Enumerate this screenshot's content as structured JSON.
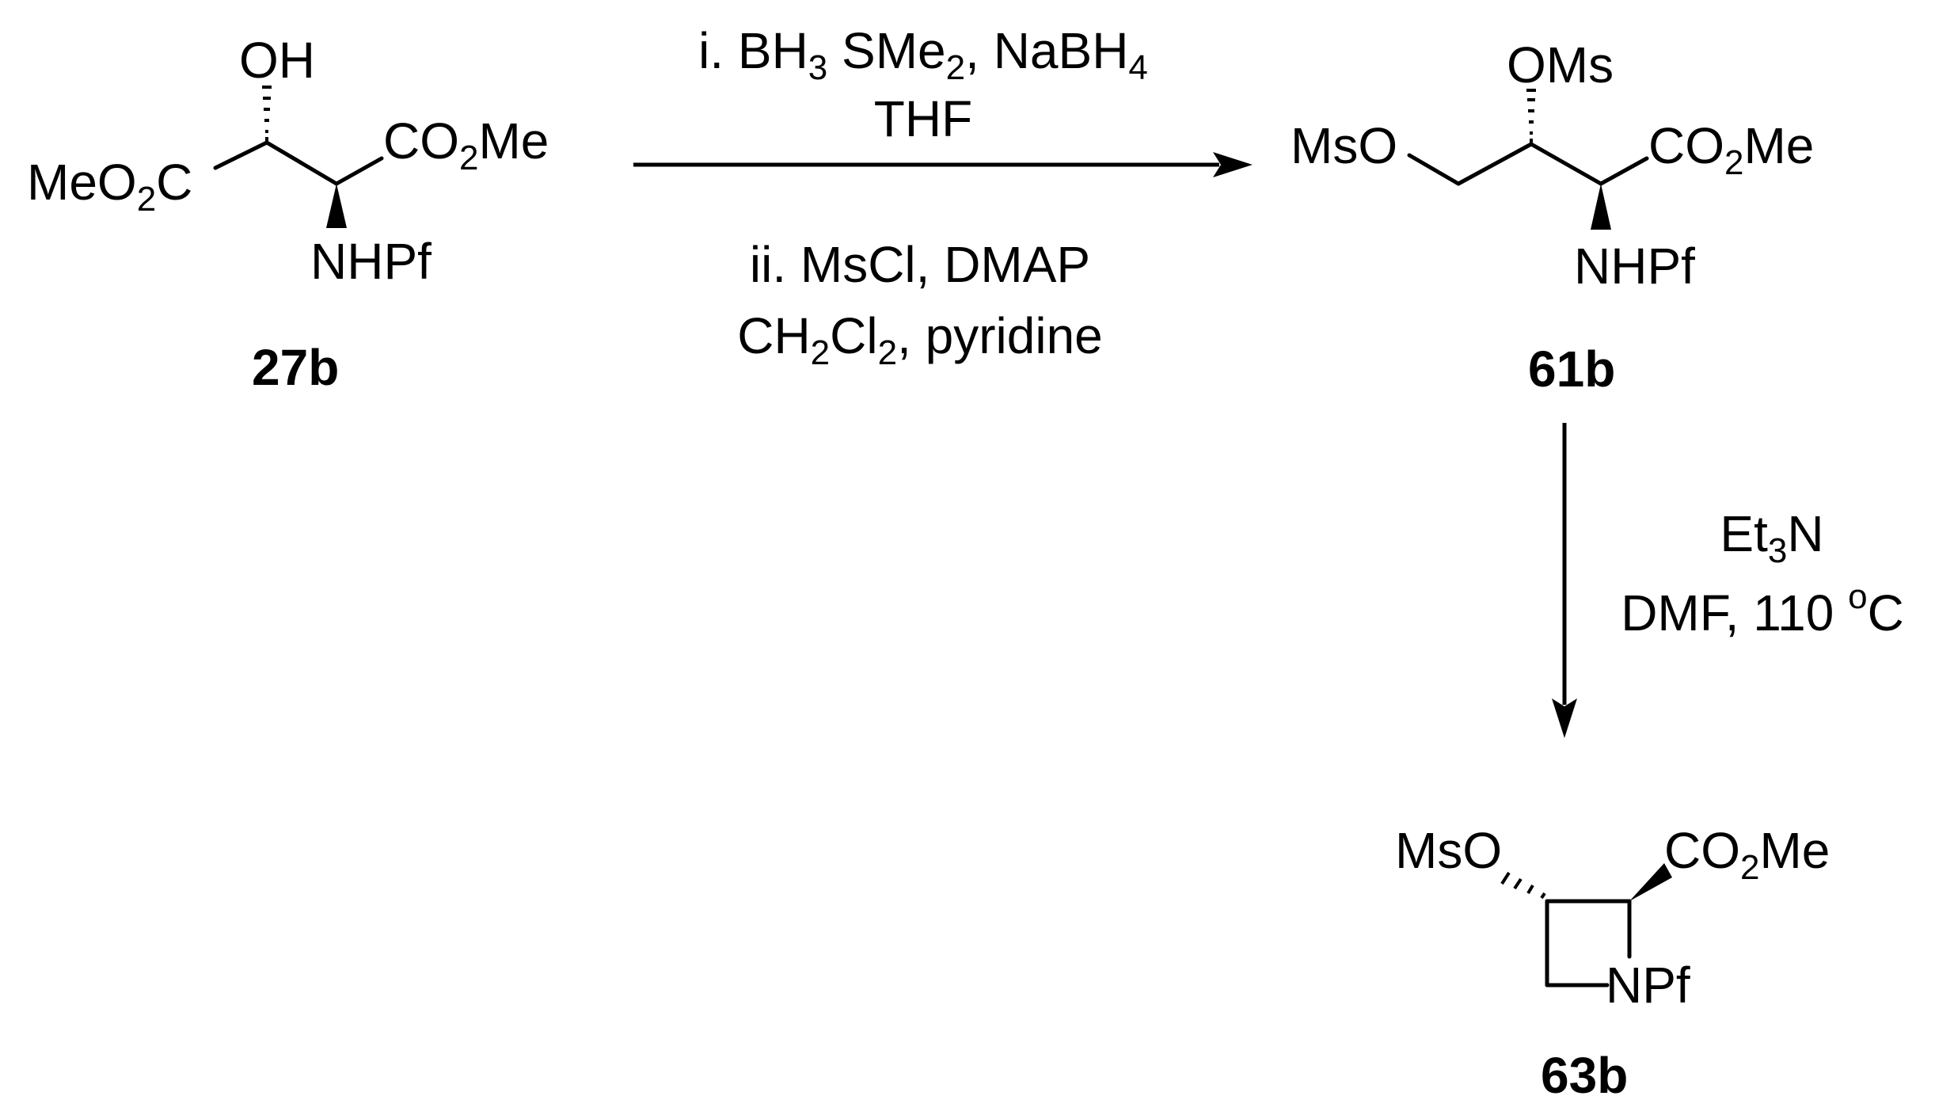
{
  "compounds": {
    "c27b": {
      "id": "27b",
      "oh": "OH",
      "meo2c_a": "MeO",
      "meo2c_sub": "2",
      "meo2c_b": "C",
      "co2me_a": "CO",
      "co2me_sub": "2",
      "co2me_b": "Me",
      "nhpf": "NHPf"
    },
    "c61b": {
      "id": "61b",
      "oms": "OMs",
      "mso": "MsO",
      "co2me_a": "CO",
      "co2me_sub": "2",
      "co2me_b": "Me",
      "nhpf": "NHPf"
    },
    "c63b": {
      "id": "63b",
      "mso": "MsO",
      "co2me_a": "CO",
      "co2me_sub": "2",
      "co2me_b": "Me",
      "npf": "NPf"
    }
  },
  "conditions": {
    "step1_line1_a": "i. BH",
    "step1_line1_s1": "3",
    "step1_line1_b": " SMe",
    "step1_line1_s2": "2",
    "step1_line1_c": ", NaBH",
    "step1_line1_s3": "4",
    "step1_line2": "THF",
    "step2_line1": "ii. MsCl, DMAP",
    "step2_line2_a": "CH",
    "step2_line2_s1": "2",
    "step2_line2_b": "Cl",
    "step2_line2_s2": "2",
    "step2_line2_c": ", pyridine",
    "step3_line1_a": "Et",
    "step3_line1_s1": "3",
    "step3_line1_b": "N",
    "step3_line2_a": "DMF, 110 ",
    "step3_line2_sup": "o",
    "step3_line2_b": "C"
  }
}
